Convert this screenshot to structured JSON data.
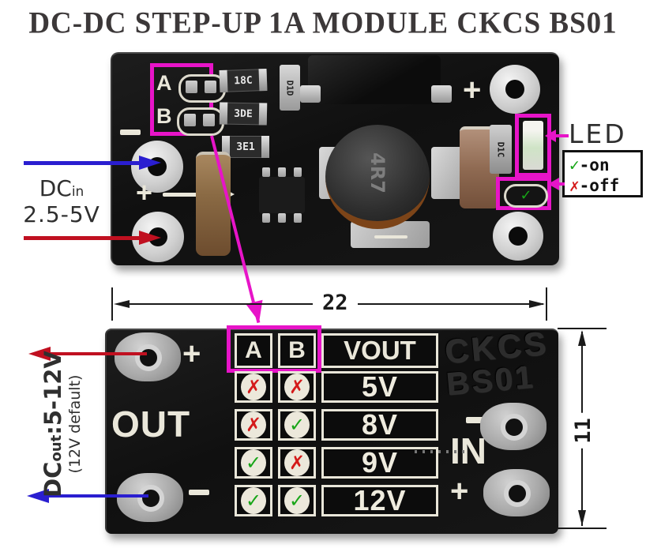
{
  "title": "DC-DC STEP-UP 1A MODULE CKCS BS01",
  "colors": {
    "magenta": "#e714c8",
    "arrow_blue": "#2a1ed0",
    "arrow_red": "#c01020",
    "check_green": "#17a517",
    "cross_red": "#d41a1a",
    "board_black": "#121212",
    "silkscreen_white": "#eae7da"
  },
  "annotations": {
    "dc_in": {
      "prefix": "DC",
      "sub": "in",
      "range": "2.5-5V"
    },
    "led_label": "LED",
    "legend": {
      "on_mark": "✓",
      "on_label": "-on",
      "off_mark": "✗",
      "off_label": "-off"
    },
    "dc_out": {
      "prefix": "DC",
      "sub": "out",
      "range": ":5-12V",
      "default_note": "(12V default)"
    }
  },
  "dimensions": {
    "width_mm": "22",
    "height_mm": "11"
  },
  "top_board": {
    "jumper_a": "A",
    "jumper_b": "B",
    "plus_left": "+",
    "plus_right": "+",
    "components": {
      "r1": "18C",
      "r2": "3DE",
      "r3": "3E1",
      "d1": "D1D",
      "inductor": "4R7",
      "d2": "D1C"
    },
    "led_jumper_mark": "✓"
  },
  "bottom_board": {
    "out_label": "OUT",
    "in_label": "IN",
    "plus_out": "+",
    "plus_in": "+",
    "brand_line1": "CKCS",
    "brand_line2": "BS01",
    "table": {
      "headers": [
        "A",
        "B",
        "VOUT"
      ],
      "rows": [
        {
          "a": "✗",
          "b": "✗",
          "vout": "5V"
        },
        {
          "a": "✗",
          "b": "✓",
          "vout": "8V"
        },
        {
          "a": "✓",
          "b": "✗",
          "vout": "9V"
        },
        {
          "a": "✓",
          "b": "✓",
          "vout": "12V"
        }
      ]
    }
  }
}
